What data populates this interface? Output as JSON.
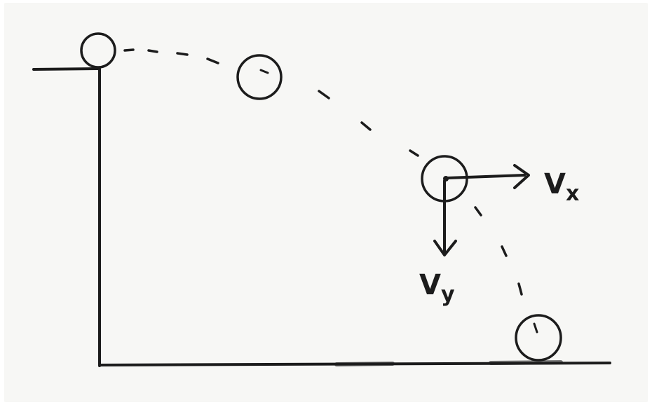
{
  "labels": {
    "vx_main": "V",
    "vx_sub": "x",
    "vy_main": "V",
    "vy_sub": "y"
  },
  "colors": {
    "ink": "#1c1c1c",
    "paper": "#f7f7f5"
  }
}
